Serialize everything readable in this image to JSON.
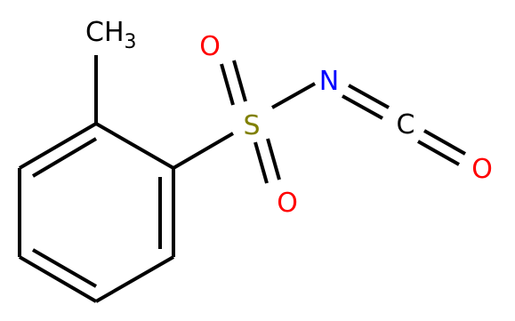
{
  "molecule": {
    "atoms": {
      "methyl": {
        "text": "CH",
        "subscript": "3",
        "color": "#000000"
      },
      "sulfur": {
        "text": "S",
        "color": "#808000"
      },
      "oxygen_top": {
        "text": "O",
        "color": "#ff0000"
      },
      "oxygen_bottom": {
        "text": "O",
        "color": "#ff0000"
      },
      "nitrogen": {
        "text": "N",
        "color": "#0000ff"
      },
      "carbon_isocyanate": {
        "text": "C",
        "color": "#000000"
      },
      "oxygen_isocyanate": {
        "text": "O",
        "color": "#ff0000"
      }
    }
  }
}
